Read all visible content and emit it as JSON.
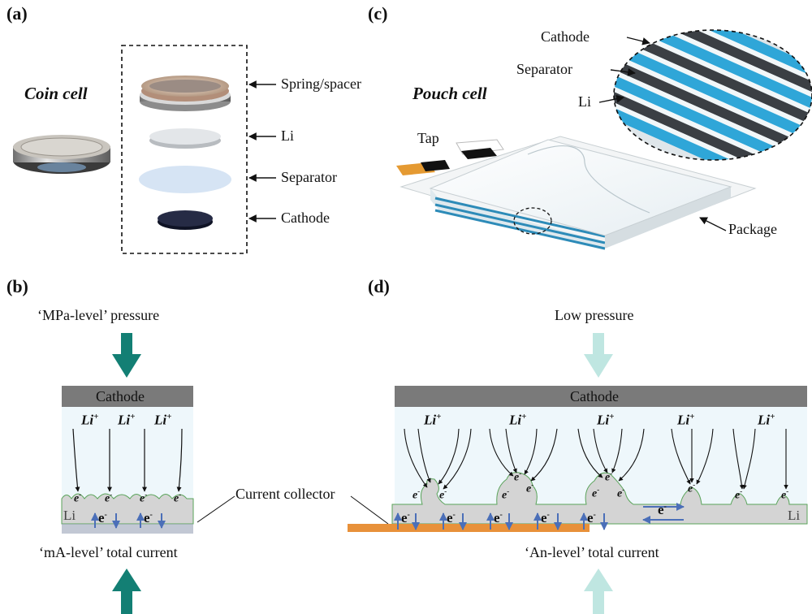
{
  "panels": {
    "a": "(a)",
    "b": "(b)",
    "c": "(c)",
    "d": "(d)"
  },
  "panel_a": {
    "title": "Coin cell",
    "labels": {
      "spring": "Spring/spacer",
      "li": "Li",
      "separator": "Separator",
      "cathode": "Cathode"
    }
  },
  "panel_c": {
    "title": "Pouch cell",
    "labels": {
      "cathode": "Cathode",
      "separator": "Separator",
      "li": "Li",
      "tap": "Tap",
      "package": "Package"
    }
  },
  "panel_b": {
    "pressure": "‘MPa-level’ pressure",
    "cathode": "Cathode",
    "li_ion": "Li",
    "li_ion_sup": "+",
    "electron": "e",
    "electron_sup": "-",
    "li": "Li",
    "current": "‘mA-level’ total current"
  },
  "panel_d": {
    "pressure": "Low pressure",
    "cathode": "Cathode",
    "li_ion": "Li",
    "li_ion_sup": "+",
    "electron": "e",
    "electron_sup": "-",
    "li": "Li",
    "current": "‘An-level’ total current"
  },
  "current_collector": "Current collector",
  "colors": {
    "teal": "#137f74",
    "light_teal": "#bfe6e1",
    "cathode_bar": "#7a7a7a",
    "electrolyte": "#eef7fb",
    "li_metal": "#d4d4d4",
    "collector": "#e8913a",
    "arrow_blue": "#5b7fc4",
    "pouch_blue": "#2d8bb8"
  }
}
